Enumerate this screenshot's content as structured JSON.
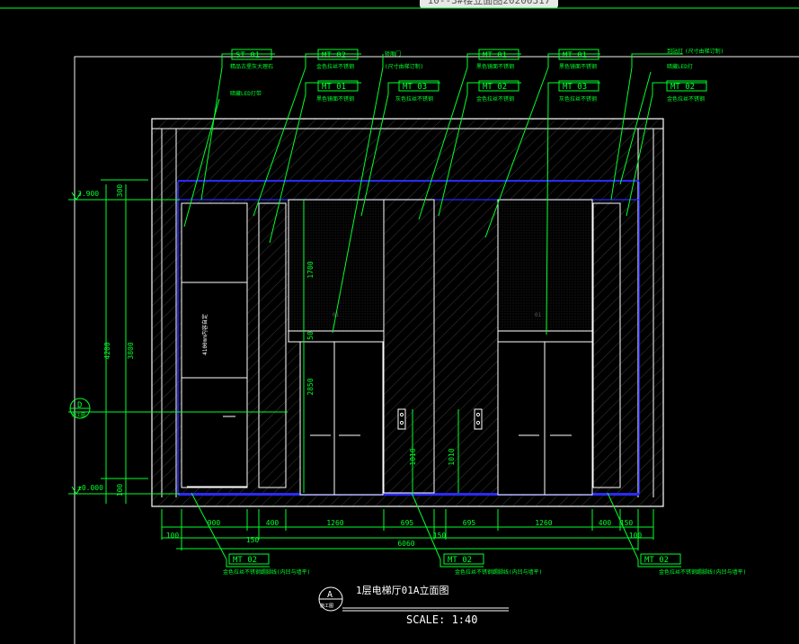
{
  "window": {
    "tab_title": "10--3#楼立面图20200317"
  },
  "colors": {
    "background": "#000000",
    "cad_green": "#00ff2a",
    "cad_blue": "#2a2aff",
    "cad_white": "#ffffff"
  },
  "callouts_top": [
    {
      "code": "ST 01",
      "desc": "精品古堡灰大理石"
    },
    {
      "code": "MT 02",
      "desc": "金色拉丝不锈钢"
    },
    {
      "code": "",
      "desc": "轿厢门",
      "note": "(尺寸由梯订制)"
    },
    {
      "code": "MT 01",
      "desc": "黑色镜面不锈钢"
    },
    {
      "code": "MT 01",
      "desc": "黑色镜面不锈钢"
    },
    {
      "code": "",
      "desc": "到站灯",
      "note": "(尺寸由梯订制)"
    }
  ],
  "callouts_second": [
    {
      "code": "",
      "desc": "暗藏LED灯带"
    },
    {
      "code": "MT 01",
      "desc": "黑色镜面不锈钢"
    },
    {
      "code": "MT 03",
      "desc": "灰色拉丝不锈钢"
    },
    {
      "code": "MT 02",
      "desc": "金色拉丝不锈钢"
    },
    {
      "code": "MT 03",
      "desc": "灰色拉丝不锈钢"
    },
    {
      "code": "",
      "desc": "暗藏LED灯"
    },
    {
      "code": "MT 02",
      "desc": "金色拉丝不锈钢"
    }
  ],
  "callouts_bottom": [
    {
      "code": "MT 02",
      "desc": "金色拉丝不锈钢踢脚线(内凹与墙平)"
    },
    {
      "code": "MT 02",
      "desc": "金色拉丝不锈钢踢脚线(内凹与墙平)"
    },
    {
      "code": "MT 02",
      "desc": "金色拉丝不锈钢踢脚线(内凹与墙平)"
    }
  ],
  "levels": {
    "top": "3.900",
    "bottom": "±0.000"
  },
  "dims_left": {
    "outer": "4200",
    "inner": "3800",
    "top": "300",
    "bottom": "100"
  },
  "dims_vertical": {
    "upper_panel": "1700",
    "door": "2850",
    "transom": "50",
    "button_height": "1010"
  },
  "dims_bottom_row1": [
    "900",
    "400",
    "1260",
    "695",
    "695",
    "1260",
    "400",
    "150"
  ],
  "dims_bottom_row2": [
    "100",
    "150",
    "150",
    "100"
  ],
  "dims_total": "6060",
  "panel_text": "4100mm内容自定",
  "elevator_numbers": [
    "01",
    "01"
  ],
  "section_marker": {
    "letter": "D",
    "sub": "施工图"
  },
  "title": {
    "marker_letter": "A",
    "marker_sub": "施工图",
    "text": "1层电梯厅01A立面图",
    "scale": "SCALE: 1:40"
  }
}
